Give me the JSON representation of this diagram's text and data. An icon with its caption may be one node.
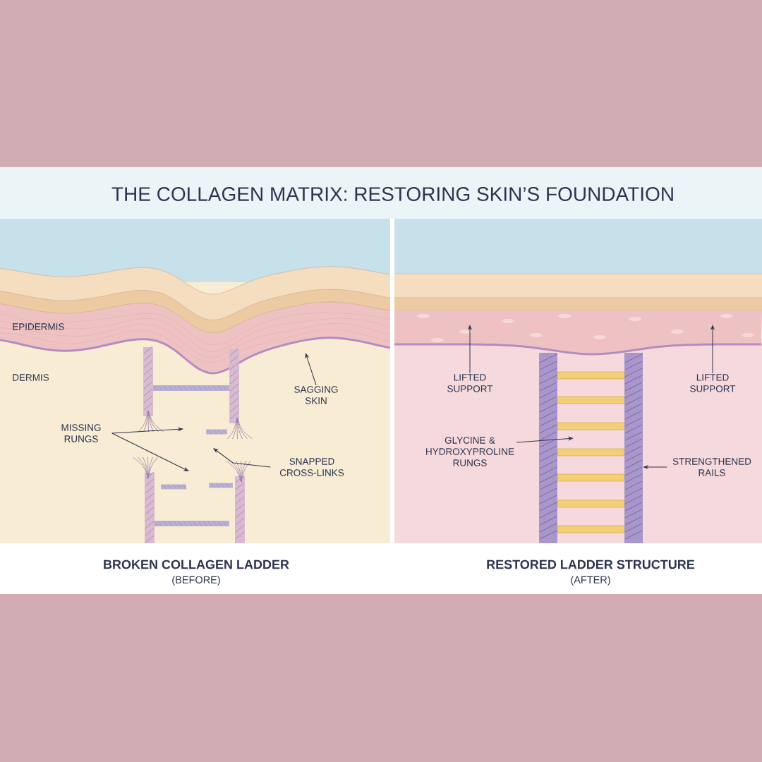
{
  "diagram": {
    "title": "THE COLLAGEN MATRIX: RESTORING SKIN’S FOUNDATION",
    "nodes": [
      {
        "text": [
          "SAGGING SKIN"
        ]
      },
      {
        "text": [
          "MISSING RUNGS"
        ]
      },
      {
        "text": [
          "SNAPPED CROSS-LINKS"
        ]
      },
      {
        "text": [
          "LIFTED SUPPORT"
        ]
      },
      {
        "text": [
          "LIFTED SUPPORT"
        ]
      },
      {
        "text": [
          "GLYCINE & HYDROXYPROLINE RUNGS"
        ]
      },
      {
        "text": [
          "STRENGTHENED RAILS"
        ]
      },
      {
        "text": [],
        "shape": "bar"
      },
      {
        "text": [],
        "shape": "bar"
      }
    ],
    "edges": [
      {
        "from": 0,
        "to": null,
        "arrow": "to"
      },
      {
        "from": 1,
        "to": null,
        "arrow": "to"
      },
      {
        "from": 1,
        "to": null,
        "arrow": "to"
      },
      {
        "from": 2,
        "to": null,
        "arrow": "to"
      },
      {
        "from": 3,
        "to": null,
        "arrow": "to"
      },
      {
        "from": 4,
        "to": null,
        "arrow": "to"
      },
      {
        "from": 5,
        "to": null,
        "arrow": "to"
      },
      {
        "from": 6,
        "to": 8,
        "arrow": "to"
      }
    ],
    "labels": [
      "EPIDERMIS",
      "DERMIS",
      "BROKEN COLLAGEN LADDER",
      "(BEFORE)",
      "RESTORED LADDER STRUCTURE",
      "(AFTER)"
    ]
  }
}
